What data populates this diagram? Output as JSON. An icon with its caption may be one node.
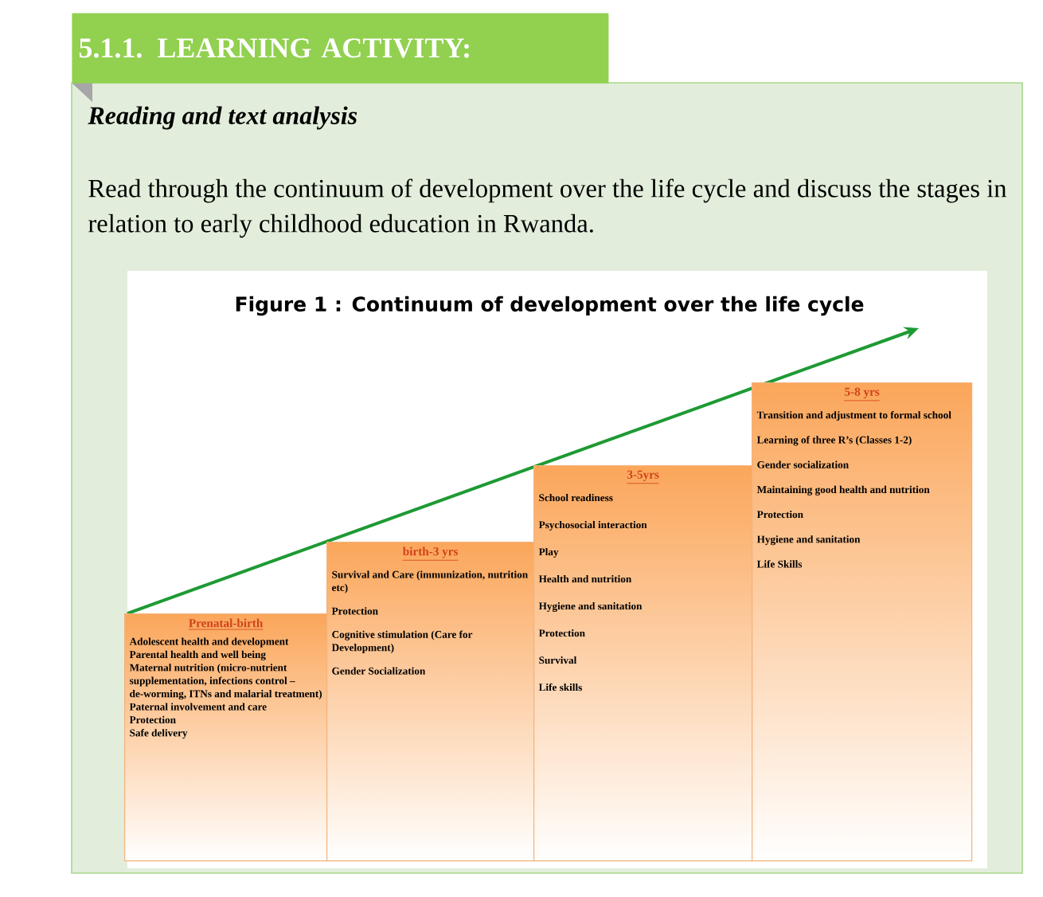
{
  "diagram": {
    "title": "5.1.1. LEARNING ACTIVITY:",
    "caption": "Figure 1 : Continuum of development over the life cycle",
    "nodes": [
      {
        "text": [
          "Prenatal-birth",
          "Adolescent health and development",
          "Parental health and well being",
          "Maternal nutrition (micro-nutrient supplementation, infections control – de-worming, ITNs and malarial treatment)",
          "Paternal involvement and care",
          "Protection",
          "Safe delivery"
        ]
      },
      {
        "text": [
          "birth-3 yrs",
          "Survival and Care (immunization, nutrition etc)",
          "Protection",
          "Cognitive stimulation (Care for Development)",
          "Gender Socialization"
        ]
      },
      {
        "text": [
          "3-5yrs",
          "School readiness",
          "Psychosocial interaction",
          "Play",
          "Health and nutrition",
          "Hygiene and sanitation",
          "Protection",
          "Survival",
          "Life skills"
        ]
      },
      {
        "text": [
          "5-8 yrs",
          "Transition and adjustment to formal school",
          "Learning of three R’s (Classes 1-2)",
          "Gender socialization",
          "Maintaining good health and nutrition",
          "Protection",
          "Hygiene and sanitation",
          "Life Skills"
        ]
      }
    ],
    "labels": [
      "Reading and text analysis",
      "Read through the continuum of development over the life cycle and discuss the stages in relation to early childhood education in Rwanda."
    ]
  }
}
